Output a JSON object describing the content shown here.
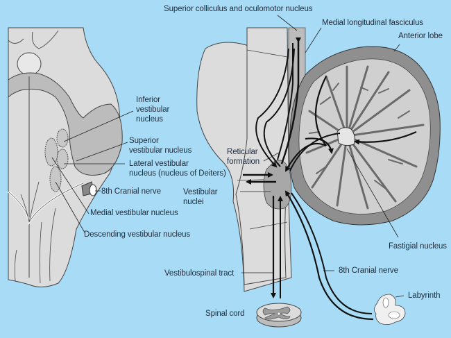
{
  "background_color": "#a8dcf6",
  "colors": {
    "tissue_light": "#dcdcdc",
    "tissue_mid": "#bcbcbc",
    "tissue_dark": "#8a8a8a",
    "outline": "#333333",
    "text": "#1e2a3a"
  },
  "labels": {
    "superior_colliculus": "Superior colliculus and oculomotor nucleus",
    "medial_longitudinal_fasciculus": "Medial longitudinal fasciculus",
    "anterior_lobe": "Anterior lobe",
    "inferior_vestibular_nucleus": "Inferior\nvestibular\nnucleus",
    "superior_vestibular_nucleus": "Superior\nvestibular nucleus",
    "lateral_vestibular_nucleus": "Lateral vestibular\nnucleus (nucleus of Deiters)",
    "reticular_formation": "Reticular\nformation",
    "eighth_cranial_nerve_left": "8th Cranial nerve",
    "vestibular_nuclei": "Vestibular\nnuclei",
    "medial_vestibular_nucleus": "Medial vestibular nucleus",
    "descending_vestibular_nucleus": "Descending vestibular nucleus",
    "fastigial_nucleus": "Fastigial nucleus",
    "vestibulospinal_tract": "Vestibulospinal tract",
    "eighth_cranial_nerve_right": "8th Cranial nerve",
    "labyrinth": "Labyrinth",
    "spinal_cord": "Spinal cord"
  }
}
